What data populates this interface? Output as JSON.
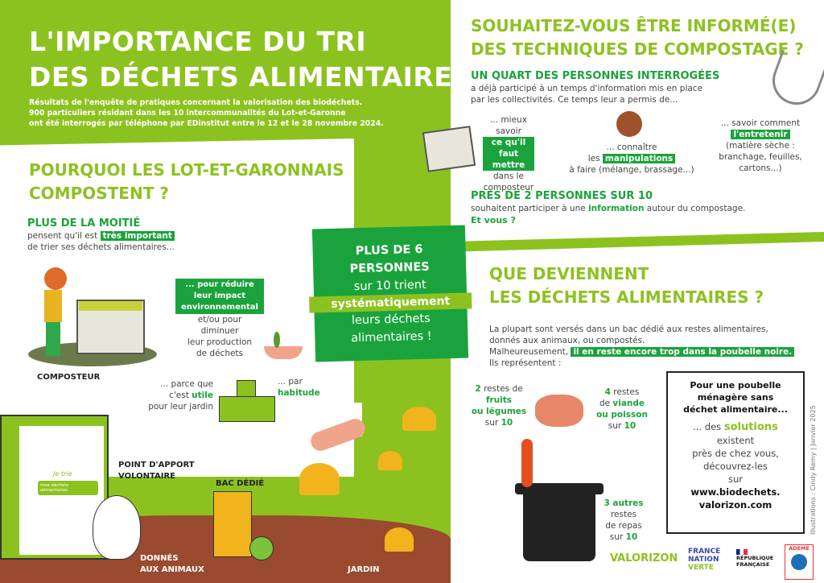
{
  "header": {
    "title_line1": "L'IMPORTANCE DU TRI",
    "title_line2": "DES DÉCHETS ALIMENTAIRES",
    "subtitle": [
      "Résultats de l'enquête de pratiques concernant la valorisation des biodéchets.",
      "900 particuliers résidant dans les 10 intercommunalités du Lot-et-Garonne",
      "ont été interrogés par téléphone par EDinstitut entre le 12 et le 28 novembre 2024."
    ]
  },
  "why": {
    "title_line1": "POURQUOI LES LOT-ET-GARONNAIS",
    "title_line2": "COMPOSTENT ?",
    "headline": "PLUS DE LA MOITIÉ",
    "text_before": "pensent qu'il est",
    "highlight": "très important",
    "text_after": "de trier ses déchets alimentaires...",
    "composteur_label": "COMPOSTEUR",
    "reason1_highlight": [
      "... pour réduire",
      "leur impact",
      "environnemental"
    ],
    "reason1_rest": [
      "et/ou pour",
      "diminuer",
      "leur production",
      "de déchets"
    ],
    "reason2": [
      "... parce que",
      "c'est",
      "utile",
      "pour leur jardin"
    ],
    "reason3": [
      "... par",
      "habitude"
    ]
  },
  "center_box": {
    "line1": "PLUS DE 6",
    "line2": "PERSONNES",
    "line3": "sur 10 trient",
    "highlight": "systématiquement",
    "line4": "leurs déchets",
    "line5": "alimentaires !"
  },
  "info": {
    "title_line1": "SOUHAITEZ-VOUS ÊTRE INFORMÉ(E)",
    "title_line2": "DES TECHNIQUES DE COMPOSTAGE ?",
    "headline": "UN QUART DES PERSONNES INTERROGÉES",
    "text": [
      "a déjà participé à un temps d'information mis en place",
      "par les collectivités. Ce temps leur a permis de..."
    ],
    "item1": {
      "before": "... mieux savoir",
      "highlight": [
        "ce qu'il faut",
        "mettre"
      ],
      "after": [
        "dans le",
        "composteur"
      ]
    },
    "item2": {
      "before": "... connaître",
      "prefix": "les",
      "highlight": "manipulations",
      "after": "à faire (mélange, brassage...)"
    },
    "item3": {
      "before": "... savoir comment",
      "highlight": "l'entretenir",
      "after": [
        "(matière sèche :",
        "branchage, feuilles,",
        "cartons...)"
      ]
    },
    "headline2": "PRÈS DE 2 PERSONNES SUR 10",
    "text2_before": "souhaitent participer à une",
    "text2_bold": "information",
    "text2_after": "autour du compostage.",
    "cta": "Et vous ?"
  },
  "fate": {
    "title_line1": "QUE DEVIENNENT",
    "title_line2": "LES DÉCHETS ALIMENTAIRES ?",
    "text": [
      "La plupart sont versés dans un bac dédié aux restes alimentaires,",
      "donnés aux animaux, ou compostés."
    ],
    "text2": "Malheureusement,",
    "highlight": "il en reste encore trop dans la poubelle noire.",
    "text3": "Ils représentent :",
    "stat1": {
      "num": "2",
      "a": "restes de",
      "b": "fruits",
      "c": "ou légumes",
      "d": "sur",
      "e": "10"
    },
    "stat2": {
      "num": "4",
      "a": "restes",
      "b": "de",
      "c": "viande",
      "d": "ou poisson",
      "e": "sur",
      "f": "10"
    },
    "stat3": {
      "a": "3 autres",
      "b": "restes",
      "c": "de repas",
      "d": "sur",
      "e": "10"
    }
  },
  "solutions": {
    "title": [
      "Pour une poubelle",
      "ménagère sans",
      "déchet alimentaire..."
    ],
    "before": "... des",
    "bold": "solutions",
    "lines": [
      "existent",
      "près de chez vous,",
      "découvrez-les",
      "sur"
    ],
    "url": [
      "www.biodechets.",
      "valorizon.com"
    ]
  },
  "credit": "Illustrations : Cindy Remy | Janvier 2025",
  "scene_labels": {
    "apport": [
      "POINT D'APPORT",
      "VOLONTAIRE"
    ],
    "bac": "BAC DÉDIÉ",
    "animaux": [
      "DONNÉS",
      "AUX ANIMAUX"
    ],
    "jardin": "JARDIN",
    "bin_text1": "Je trie",
    "bin_text2": "mes déchets alimentaires"
  },
  "logos": {
    "valorizon": "VALORIZON",
    "fnv": [
      "FRANCE",
      "NATION",
      "VERTE"
    ],
    "rf": [
      "RÉPUBLIQUE",
      "FRANÇAISE"
    ],
    "ademe": "ADEME"
  },
  "colors": {
    "lime": "#8cc21f",
    "green": "#1aa33c",
    "brown": "#9a4a2e",
    "text": "#444444"
  }
}
